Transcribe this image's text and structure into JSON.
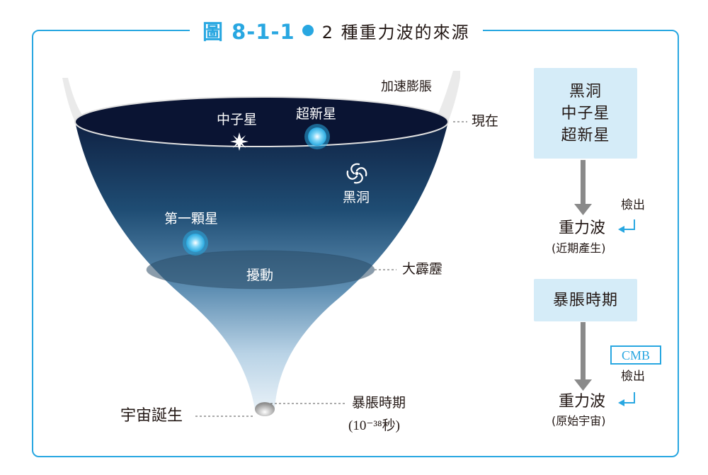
{
  "figure": {
    "number": "圖 8-1-1",
    "title": "2 種重力波的來源"
  },
  "funnel": {
    "top_label": "加速膨脹",
    "neutron_star": "中子星",
    "supernova": "超新星",
    "black_hole": "黑洞",
    "first_stars": "第一顆星",
    "perturbation": "擾動",
    "now": "現在",
    "big_bang": "大霹靂",
    "universe_birth": "宇宙誕生",
    "inflation": "暴脹時期",
    "inflation_time": "(10⁻³⁸秒)"
  },
  "flow": {
    "source_box": [
      "黑洞",
      "中子星",
      "超新星"
    ],
    "detect1": "檢出",
    "gw1": "重力波",
    "gw1_sub": "(近期產生)",
    "inflation_box": "暴脹時期",
    "cmb": "CMB",
    "detect2": "檢出",
    "gw2": "重力波",
    "gw2_sub": "(原始宇宙)"
  },
  "colors": {
    "accent": "#28a7e1",
    "box": "#d5ecf8",
    "arrow": "#8a8a8a",
    "funnel_dark": "#0a1433",
    "funnel_light": "#e6f1f8"
  }
}
